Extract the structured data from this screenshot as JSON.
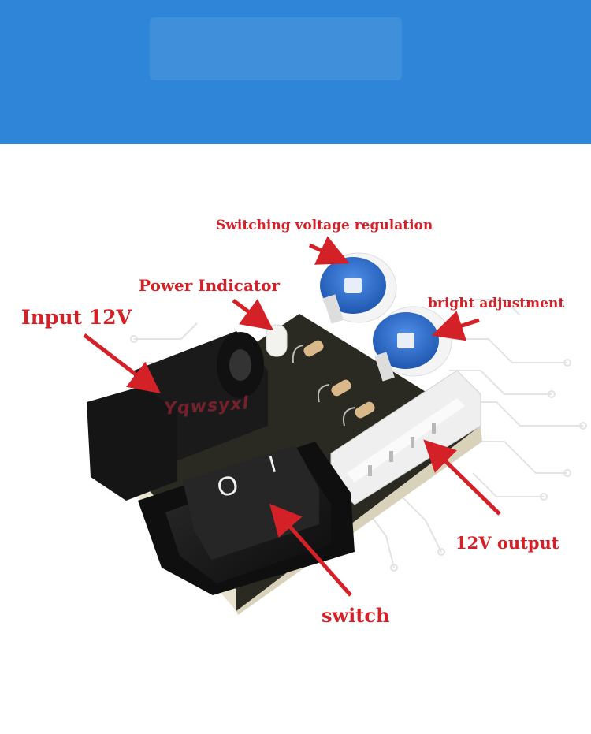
{
  "labels": {
    "switching_voltage_regulation": "Switching voltage regulation",
    "power_indicator": "Power Indicator",
    "input_12v": "Input 12V",
    "bright_adjustment": "bright adjustment",
    "output_12v": "12V output",
    "switch": "switch"
  },
  "switch_marks": {
    "off": "O",
    "on": "I"
  },
  "watermark": "Yqwsyxl",
  "colors": {
    "banner": "#2f86d8",
    "annotation": "#d42027",
    "pcb": "#2a2a22",
    "potentiometer": "#2d6fd0",
    "switch_body": "#141414",
    "connector": "#eeeeee"
  }
}
